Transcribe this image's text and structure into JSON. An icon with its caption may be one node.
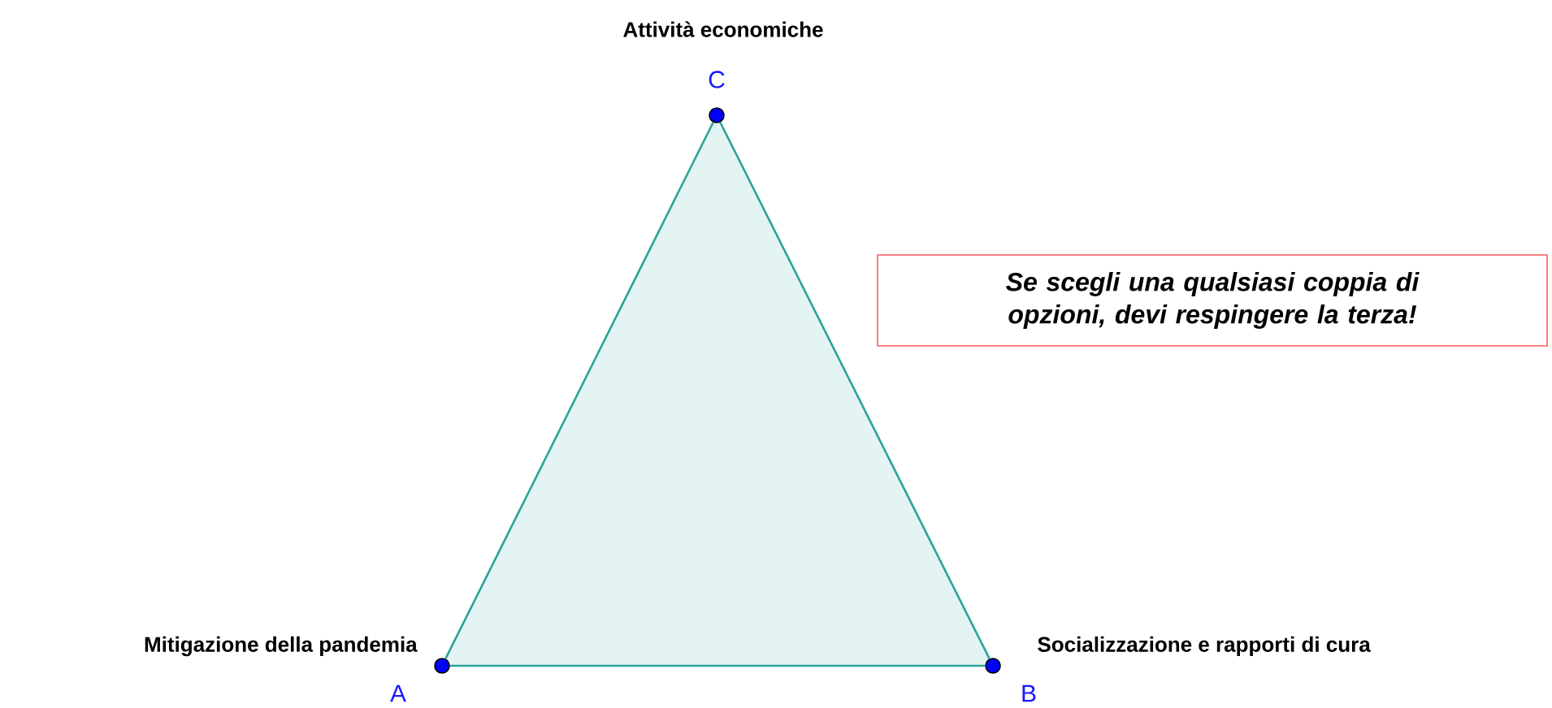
{
  "diagram": {
    "nodes": [
      {
        "text": [
          "C"
        ],
        "beside": [
          "Attività economiche"
        ]
      },
      {
        "text": [
          "Se scegli una qualsiasi coppia di opzioni, devi respingere la terza!"
        ]
      },
      {
        "text": [
          "A"
        ],
        "beside": [
          "Mitigazione della pandemia"
        ]
      },
      {
        "text": [
          "B"
        ],
        "beside": [
          "Socializzazione e rapporti di cura"
        ]
      }
    ],
    "edges": [
      {
        "from": 2,
        "to": 3,
        "arrow": "none"
      },
      {
        "from": 3,
        "to": 0,
        "arrow": "none"
      },
      {
        "from": 0,
        "to": 2,
        "arrow": "none"
      }
    ]
  }
}
